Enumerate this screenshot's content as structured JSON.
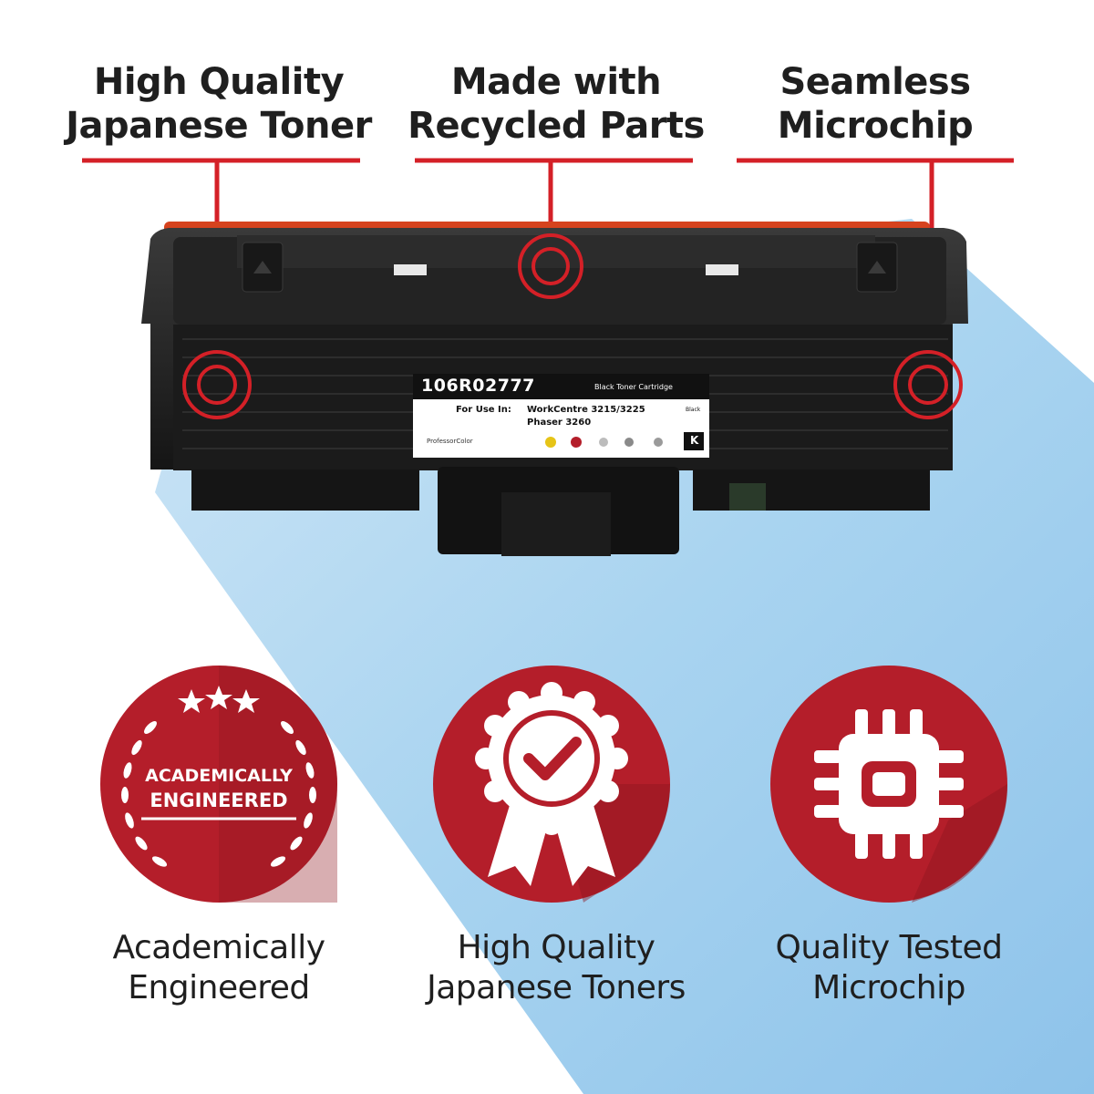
{
  "features_top": [
    {
      "line1": "High Quality",
      "line2": "Japanese Toner"
    },
    {
      "line1": "Made with",
      "line2": "Recycled Parts"
    },
    {
      "line1": "Seamless",
      "line2": "Microchip"
    }
  ],
  "cartridge_label": {
    "part_number": "106R02777",
    "type": "Black Toner Cartridge",
    "for_use_in": "For Use In:",
    "model_line1": "WorkCentre 3215/3225",
    "model_line2": "Phaser 3260",
    "brand": "ProfessorColor",
    "color_word": "Black",
    "color_letter": "K"
  },
  "badges": [
    {
      "icon": "academic-seal-icon",
      "seal_line1": "ACADEMICALLY",
      "seal_line2": "ENGINEERED",
      "caption_line1": "Academically",
      "caption_line2": "Engineered"
    },
    {
      "icon": "award-ribbon-check-icon",
      "caption_line1": "High Quality",
      "caption_line2": "Japanese Toners"
    },
    {
      "icon": "microchip-icon",
      "caption_line1": "Quality Tested",
      "caption_line2": "Microchip"
    }
  ],
  "colors": {
    "accent_red": "#d42027",
    "badge_red": "#b41e2a",
    "badge_shadow": "#8e1620",
    "light_blue": "#a7d3ef",
    "cartridge_black": "#1b1b1b",
    "text_dark": "#1f1f1f"
  }
}
